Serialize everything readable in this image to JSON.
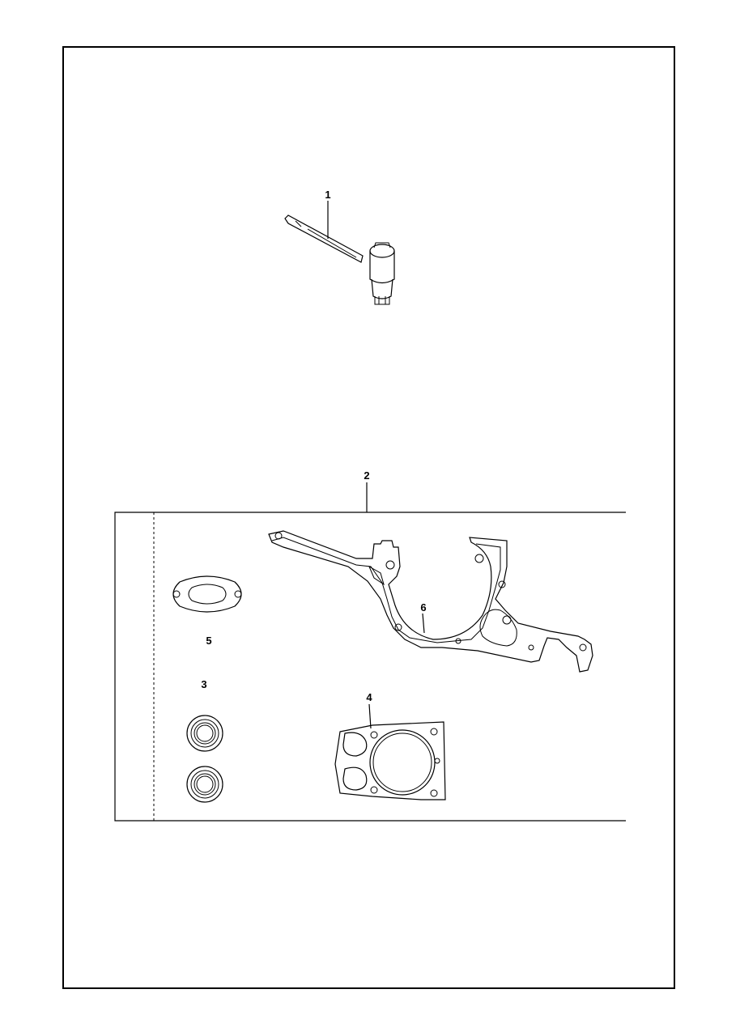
{
  "diagram": {
    "callouts": [
      {
        "id": "c1",
        "label": "1"
      },
      {
        "id": "c2",
        "label": "2"
      },
      {
        "id": "c3",
        "label": "3"
      },
      {
        "id": "c4",
        "label": "4"
      },
      {
        "id": "c5",
        "label": "5"
      },
      {
        "id": "c6",
        "label": "6"
      }
    ],
    "parts": [
      {
        "callout": "1",
        "icon": "spark-plug-wrench-icon"
      },
      {
        "callout": "2",
        "icon": "gasket-kit-panel"
      },
      {
        "callout": "3",
        "icon": "seal-ring-icon"
      },
      {
        "callout": "4",
        "icon": "cylinder-gasket-icon"
      },
      {
        "callout": "5",
        "icon": "exhaust-gasket-icon"
      },
      {
        "callout": "6",
        "icon": "crankcase-gasket-icon"
      }
    ],
    "colors": {
      "line": "#000000",
      "background": "#ffffff"
    }
  }
}
